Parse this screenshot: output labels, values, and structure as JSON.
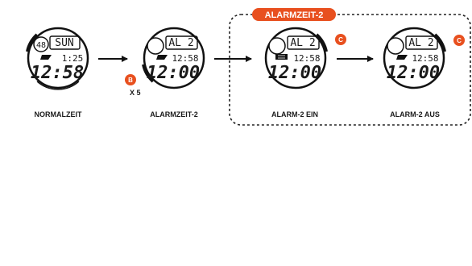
{
  "group_header": "ALARMZEIT-2",
  "accent_color": "#e8501f",
  "watches": [
    {
      "caption": "NORMALZEIT",
      "top_text": "SUN",
      "circle_text": "48",
      "mid_text": "1:25",
      "main_text": "12:58",
      "alarm_icon": false
    },
    {
      "caption": "ALARMZEIT-2",
      "top_text": "AL 2",
      "circle_text": "",
      "mid_text": "12:58",
      "main_text": "12:00",
      "alarm_icon": false
    },
    {
      "caption": "ALARM-2 EIN",
      "top_text": "AL 2",
      "circle_text": "",
      "mid_text": "12:58",
      "main_text": "12:00",
      "alarm_icon": true
    },
    {
      "caption": "ALARM-2 AUS",
      "top_text": "AL 2",
      "circle_text": "",
      "mid_text": "12:58",
      "main_text": "12:00",
      "alarm_icon": false
    }
  ],
  "buttons": {
    "b": "B",
    "c": "C"
  },
  "press_count": "X 5"
}
